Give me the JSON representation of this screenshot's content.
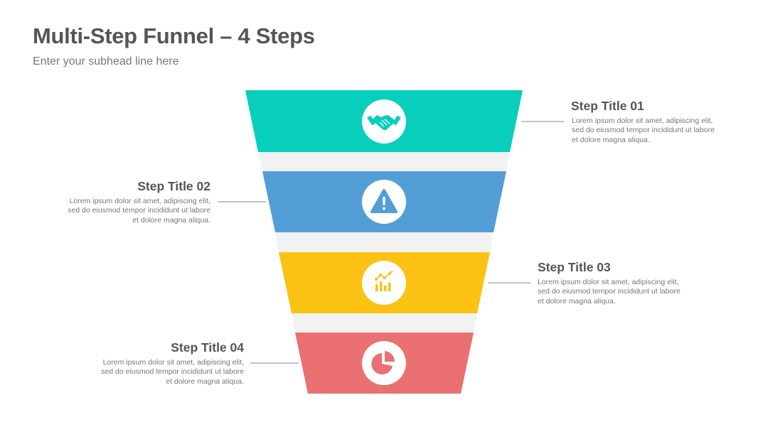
{
  "header": {
    "title": "Multi-Step Funnel – 4 Steps",
    "subtitle": "Enter your subhead line here"
  },
  "steps": [
    {
      "title": "Step Title 01",
      "body": [
        "Lorem ipsum dolor sit amet, adipiscing elit,",
        "sed do eiusmod tempor incididunt ut labore",
        "et dolore magna aliqua."
      ],
      "color": "#07CFBC",
      "icon": "handshake-icon"
    },
    {
      "title": "Step Title 02",
      "body": [
        "Lorem ipsum dolor sit amet, adipiscing elit,",
        "sed do eiusmod tempor incididunt ut labore",
        "et dolore magna aliqua."
      ],
      "color": "#549ED8",
      "icon": "warning-icon"
    },
    {
      "title": "Step Title 03",
      "body": [
        "Lorem ipsum dolor sit amet, adipiscing elit,",
        "sed do eiusmod tempor incididunt ut labore",
        "et dolore magna aliqua."
      ],
      "color": "#FBC213",
      "icon": "chart-icon"
    },
    {
      "title": "Step Title 04",
      "body": [
        "Lorem ipsum dolor sit amet, adipiscing elit,",
        "sed do eiusmod tempor incididunt ut labore",
        "et dolore magna aliqua."
      ],
      "color": "#EA7071",
      "icon": "pie-chart-icon"
    }
  ],
  "colors": {
    "gap": "#F2F2F2",
    "connector": "#888888"
  }
}
